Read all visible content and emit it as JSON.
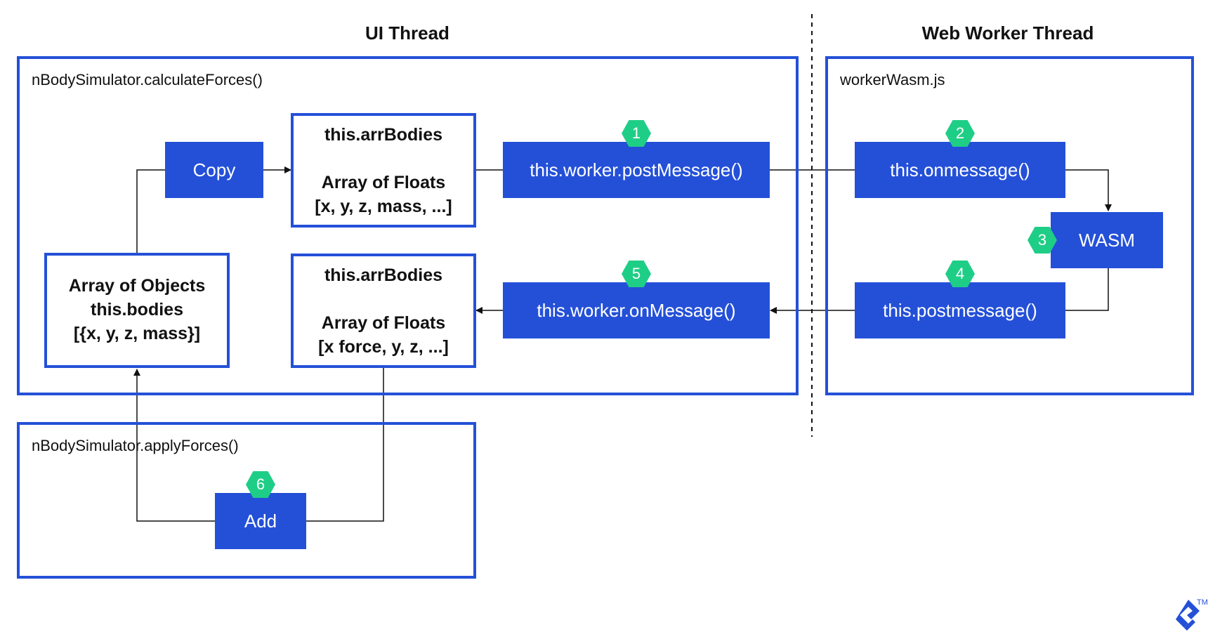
{
  "headings": {
    "ui_thread": "UI Thread",
    "worker_thread": "Web Worker Thread"
  },
  "containers": {
    "calculate_forces": "nBodySimulator.calculateForces()",
    "worker_wasm": "workerWasm.js",
    "apply_forces": "nBodySimulator.applyForces()"
  },
  "nodes": {
    "copy": "Copy",
    "arr_bodies_top": {
      "name": "this.arrBodies",
      "type": "Array of Floats",
      "fields": "[x, y, z, mass, ...]"
    },
    "arr_bodies_bottom": {
      "name": "this.arrBodies",
      "type": "Array of Floats",
      "fields": "[x force, y, z, ...]"
    },
    "array_objects": {
      "line1": "Array of Objects",
      "line2": "this.bodies",
      "line3": "[{x, y, z, mass}]"
    },
    "post_message": "this.worker.postMessage()",
    "on_message_ui": "this.worker.onMessage()",
    "onmessage_worker": "this.onmessage()",
    "wasm": "WASM",
    "postmessage_worker": "this.postmessage()",
    "add": "Add"
  },
  "steps": [
    "1",
    "2",
    "3",
    "4",
    "5",
    "6"
  ],
  "colors": {
    "primary_blue": "#2450d8",
    "step_green": "#1fce86",
    "line": "#111111"
  },
  "logo": {
    "trademark": "TM"
  }
}
